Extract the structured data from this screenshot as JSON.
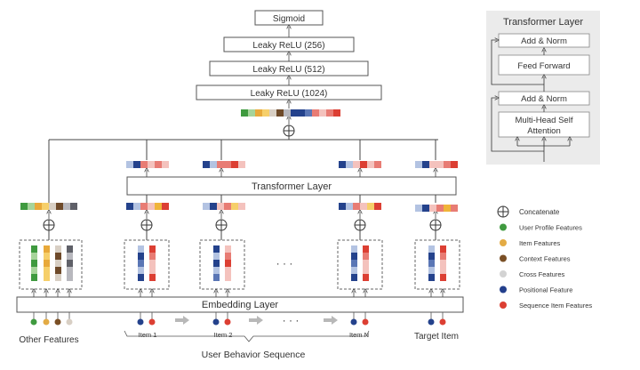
{
  "top_stack": {
    "sigmoid": "Sigmoid",
    "relu_256": "Leaky ReLU (256)",
    "relu_512": "Leaky ReLU (512)",
    "relu_1024": "Leaky ReLU (1024)"
  },
  "transformer_layer_label": "Transformer Layer",
  "embedding_layer_label": "Embedding  Layer",
  "bottom_labels": {
    "other_features": "Other Features",
    "item_1": "Item 1",
    "item_2": "Item 2",
    "item_n": "Item N",
    "target_item": "Target Item",
    "user_behavior_sequence": "User Behavior Sequence",
    "ellipsis": "· · ·"
  },
  "transformer_detail": {
    "title": "Transformer Layer",
    "add_norm_top": "Add & Norm",
    "feed_forward": "Feed Forward",
    "add_norm_bottom": "Add & Norm",
    "mhsa_line1": "Multi-Head Self",
    "mhsa_line2": "Attention"
  },
  "legend": [
    {
      "icon": "concat-icon",
      "label": "Concatenate"
    },
    {
      "icon": "dot",
      "color": "#3f9a3f",
      "label": "User Profile Features"
    },
    {
      "icon": "dot",
      "color": "#e3ab45",
      "label": "Item Features"
    },
    {
      "icon": "dot",
      "color": "#7a4f25",
      "label": "Context Features"
    },
    {
      "icon": "dot",
      "color": "#d3d3d3",
      "label": "Cross Features"
    },
    {
      "icon": "dot",
      "color": "#233f8c",
      "label": "Positional Feature"
    },
    {
      "icon": "dot",
      "color": "#dc3f33",
      "label": "Sequence Item Features"
    }
  ],
  "colors": {
    "green": "#3f9a3f",
    "green_light": "#a6d49a",
    "yellow": "#e8a93a",
    "yellow_light": "#f6cf6a",
    "brown": "#6e4a2a",
    "brown_light": "#d8cfc4",
    "gray": "#5f6068",
    "gray_light": "#b8b8be",
    "blue": "#24428c",
    "blue_mid": "#5a76b5",
    "blue_light": "#b3c3e2",
    "red": "#dc3f33",
    "red_mid": "#e87c74",
    "red_light": "#f4c2bd",
    "orange": "#f0b43a",
    "panel_bg": "#ebebeb",
    "line": "#555555",
    "arrow_gray": "#b8b8b8"
  }
}
